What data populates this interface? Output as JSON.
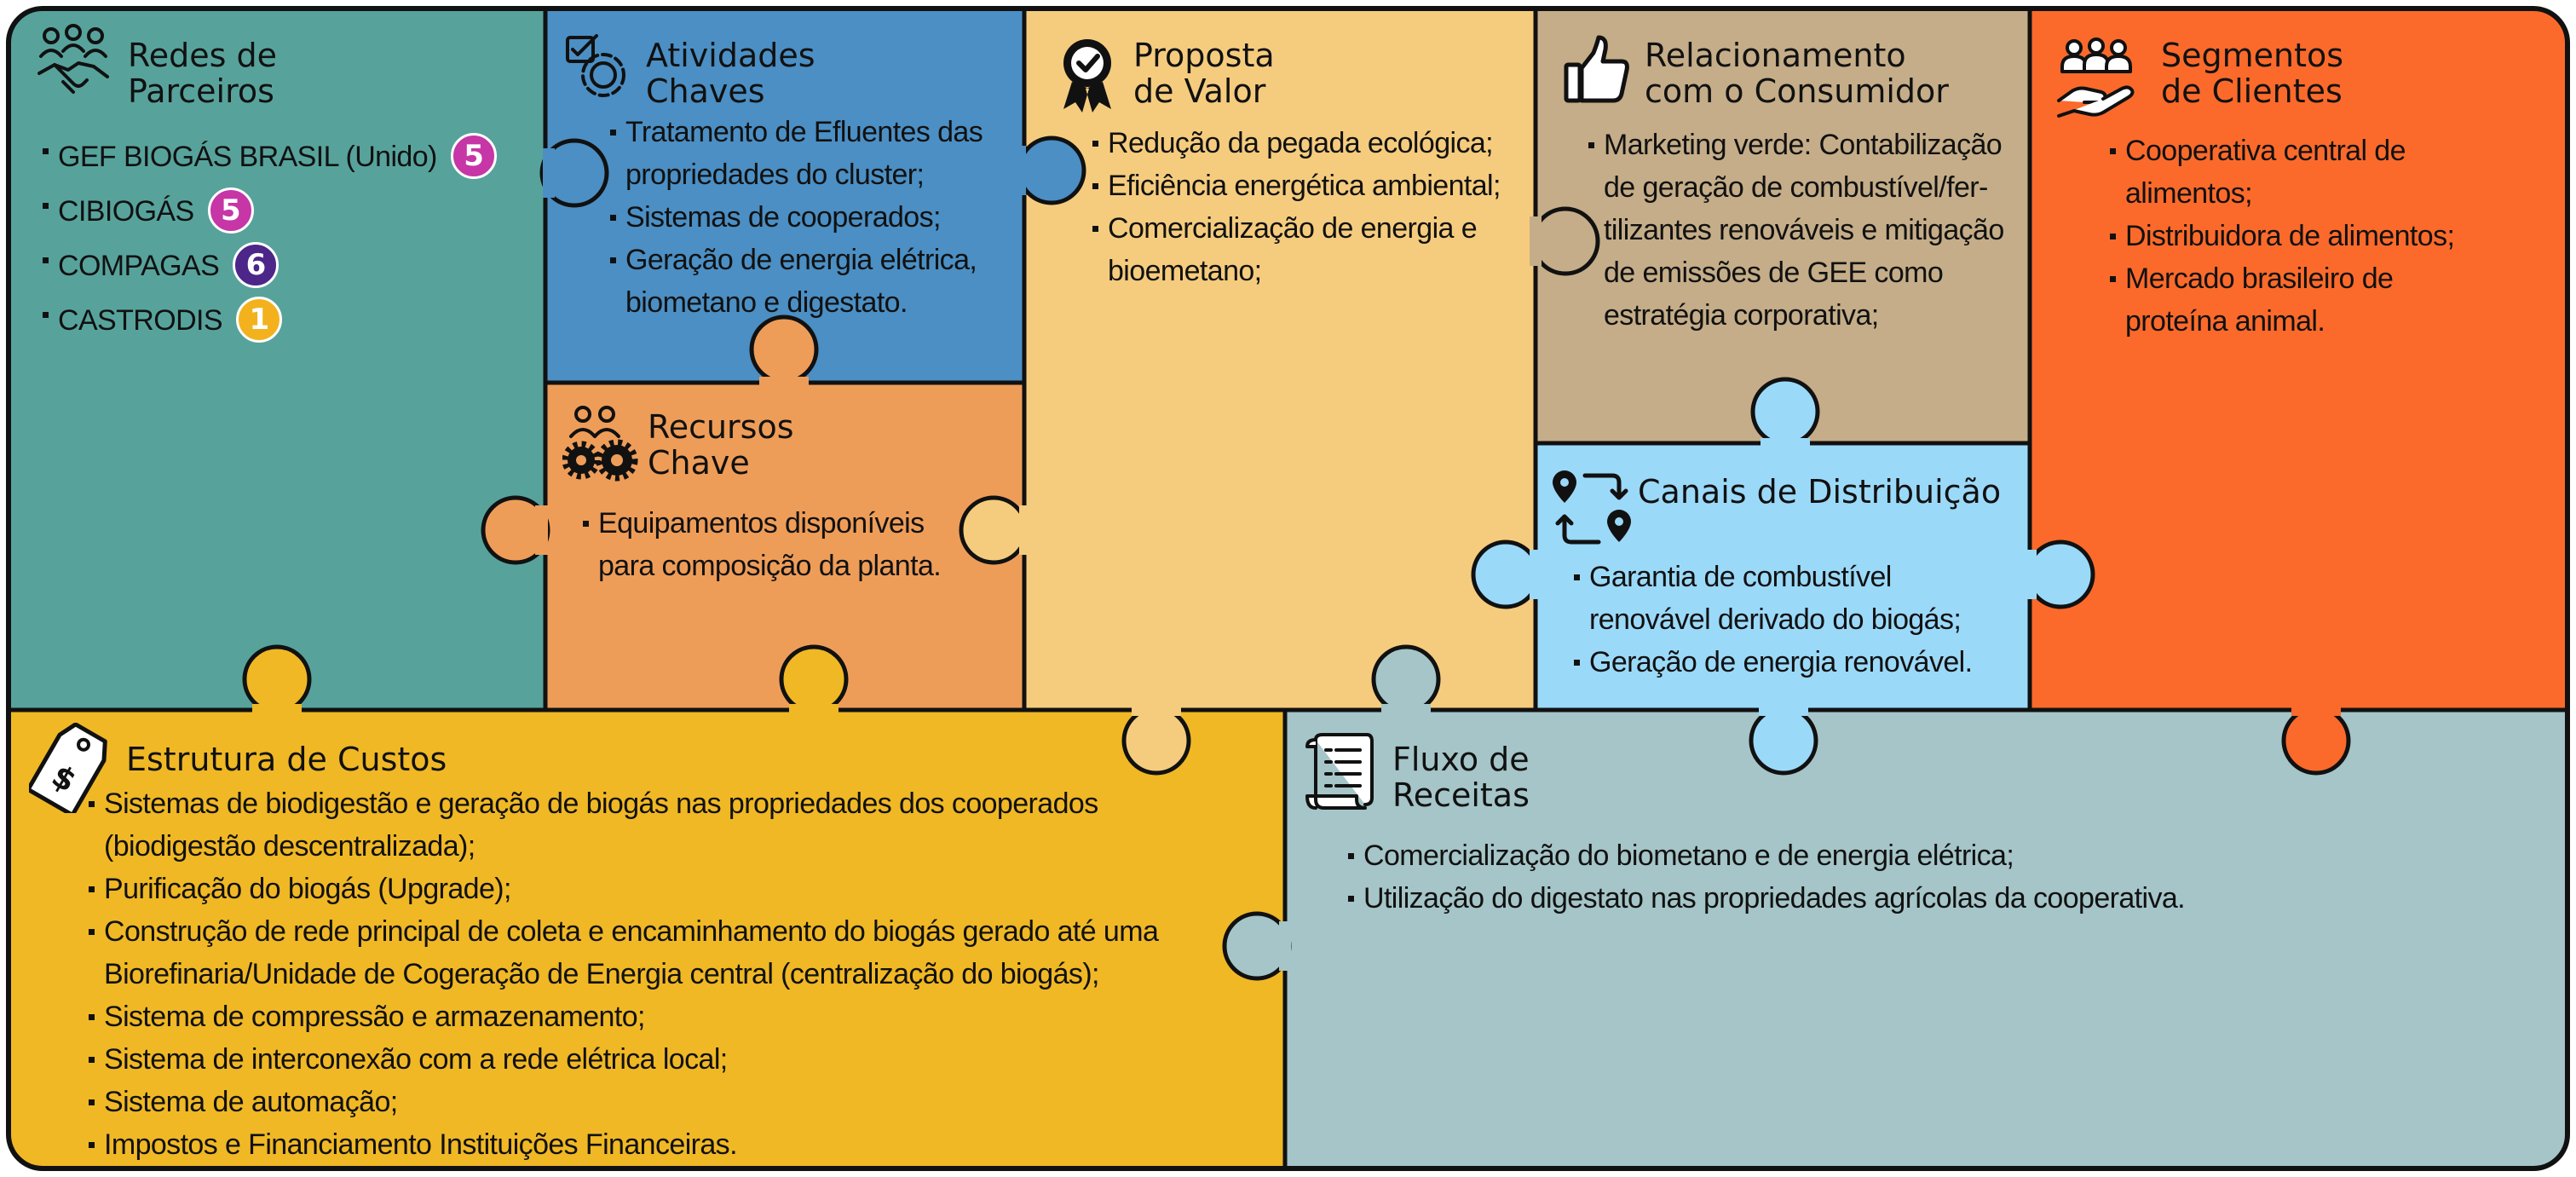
{
  "colors": {
    "outline": "#111111",
    "redes": "#57a39c",
    "atividades": "#4b8fc4",
    "recursos": "#ee9d59",
    "proposta": "#f5cc7e",
    "relacionamento": "#c4ad88",
    "canais": "#9bd9f9",
    "segmentos": "#fb6a2b",
    "custos": "#f0b825",
    "receitas": "#a5c5c8"
  },
  "redes": {
    "icon": "handshake-people-icon",
    "title_line1": "Redes de",
    "title_line2": "Parceiros",
    "items": [
      {
        "text": "GEF BIOGÁS BRASIL (Unido)",
        "badge": "5",
        "badge_color": "#c636a6"
      },
      {
        "text": "CIBIOGÁS",
        "badge": "5",
        "badge_color": "#c636a6"
      },
      {
        "text": "COMPAGAS",
        "badge": "6",
        "badge_color": "#4c2689"
      },
      {
        "text": "CASTRODIS",
        "badge": "1",
        "badge_color": "#f3b21d"
      }
    ]
  },
  "atividades": {
    "icon": "checklist-gear-icon",
    "title_line1": "Atividades",
    "title_line2": "Chaves",
    "items": [
      "Tratamento de Efluentes das\npropriedades do cluster;",
      "Sistemas de cooperados;",
      "Geração de energia elétrica,\nbiometano e digestato."
    ]
  },
  "recursos": {
    "icon": "people-gears-icon",
    "title_line1": "Recursos",
    "title_line2": "Chave",
    "items": [
      "Equipamentos disponíveis\npara composição da planta."
    ]
  },
  "proposta": {
    "icon": "award-badge-icon",
    "title_line1": "Proposta",
    "title_line2": "de Valor",
    "items": [
      "Redução da pegada ecológica;",
      "Eficiência energética ambiental;",
      "Comercialização de energia e\nbioemetano;"
    ]
  },
  "relacionamento": {
    "icon": "thumbs-up-icon",
    "title_line1": "Relacionamento",
    "title_line2": "com o Consumidor",
    "items": [
      "Marketing verde: Contabilização\nde geração de combustível/fer-\ntilizantes renováveis e mitigação\nde emissões de GEE como\nestratégia corporativa;"
    ]
  },
  "canais": {
    "icon": "route-pins-icon",
    "title": "Canais de Distribuição",
    "items": [
      "Garantia de combustível\nrenovável derivado do biogás;",
      "Geração de energia renovável."
    ]
  },
  "segmentos": {
    "icon": "customers-hand-icon",
    "title_line1": "Segmentos",
    "title_line2": "de Clientes",
    "items": [
      "Cooperativa central de\nalimentos;",
      "Distribuidora de alimentos;",
      "Mercado brasileiro de\nproteína animal."
    ]
  },
  "custos": {
    "icon": "price-tag-icon",
    "tag_symbol": "$",
    "title": "Estrutura de Custos",
    "items": [
      "Sistemas de biodigestão e geração de biogás nas propriedades dos cooperados\n(biodigestão descentralizada);",
      "Purificação do biogás (Upgrade);",
      "Construção de rede principal de coleta e encaminhamento do biogás gerado até uma\nBiorefinaria/Unidade de Cogeração de Energia central (centralização do biogás);",
      "Sistema de compressão e armazenamento;",
      "Sistema de interconexão com a rede elétrica local;",
      "Sistema de automação;",
      "Impostos e Financiamento Instituições Financeiras."
    ]
  },
  "receitas": {
    "icon": "scroll-receipt-icon",
    "title_line1": "Fluxo de",
    "title_line2": "Receitas",
    "items": [
      "Comercialização do biometano e de energia elétrica;",
      "Utilização do digestato nas propriedades agrícolas da cooperativa."
    ]
  }
}
